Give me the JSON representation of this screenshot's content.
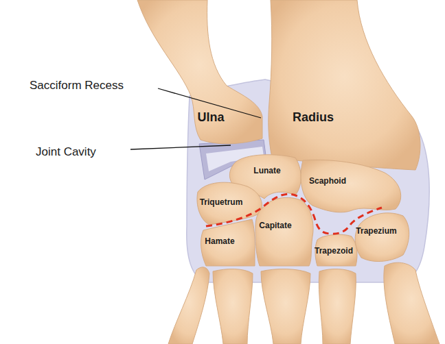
{
  "diagram": {
    "labels": [
      "Sacciform Recess",
      "Joint Cavity",
      "Ulna",
      "Radius",
      "Lunate",
      "Scaphoid",
      "Triquetrum",
      "Capitate",
      "Trapezium",
      "Hamate",
      "Trapezoid"
    ]
  }
}
